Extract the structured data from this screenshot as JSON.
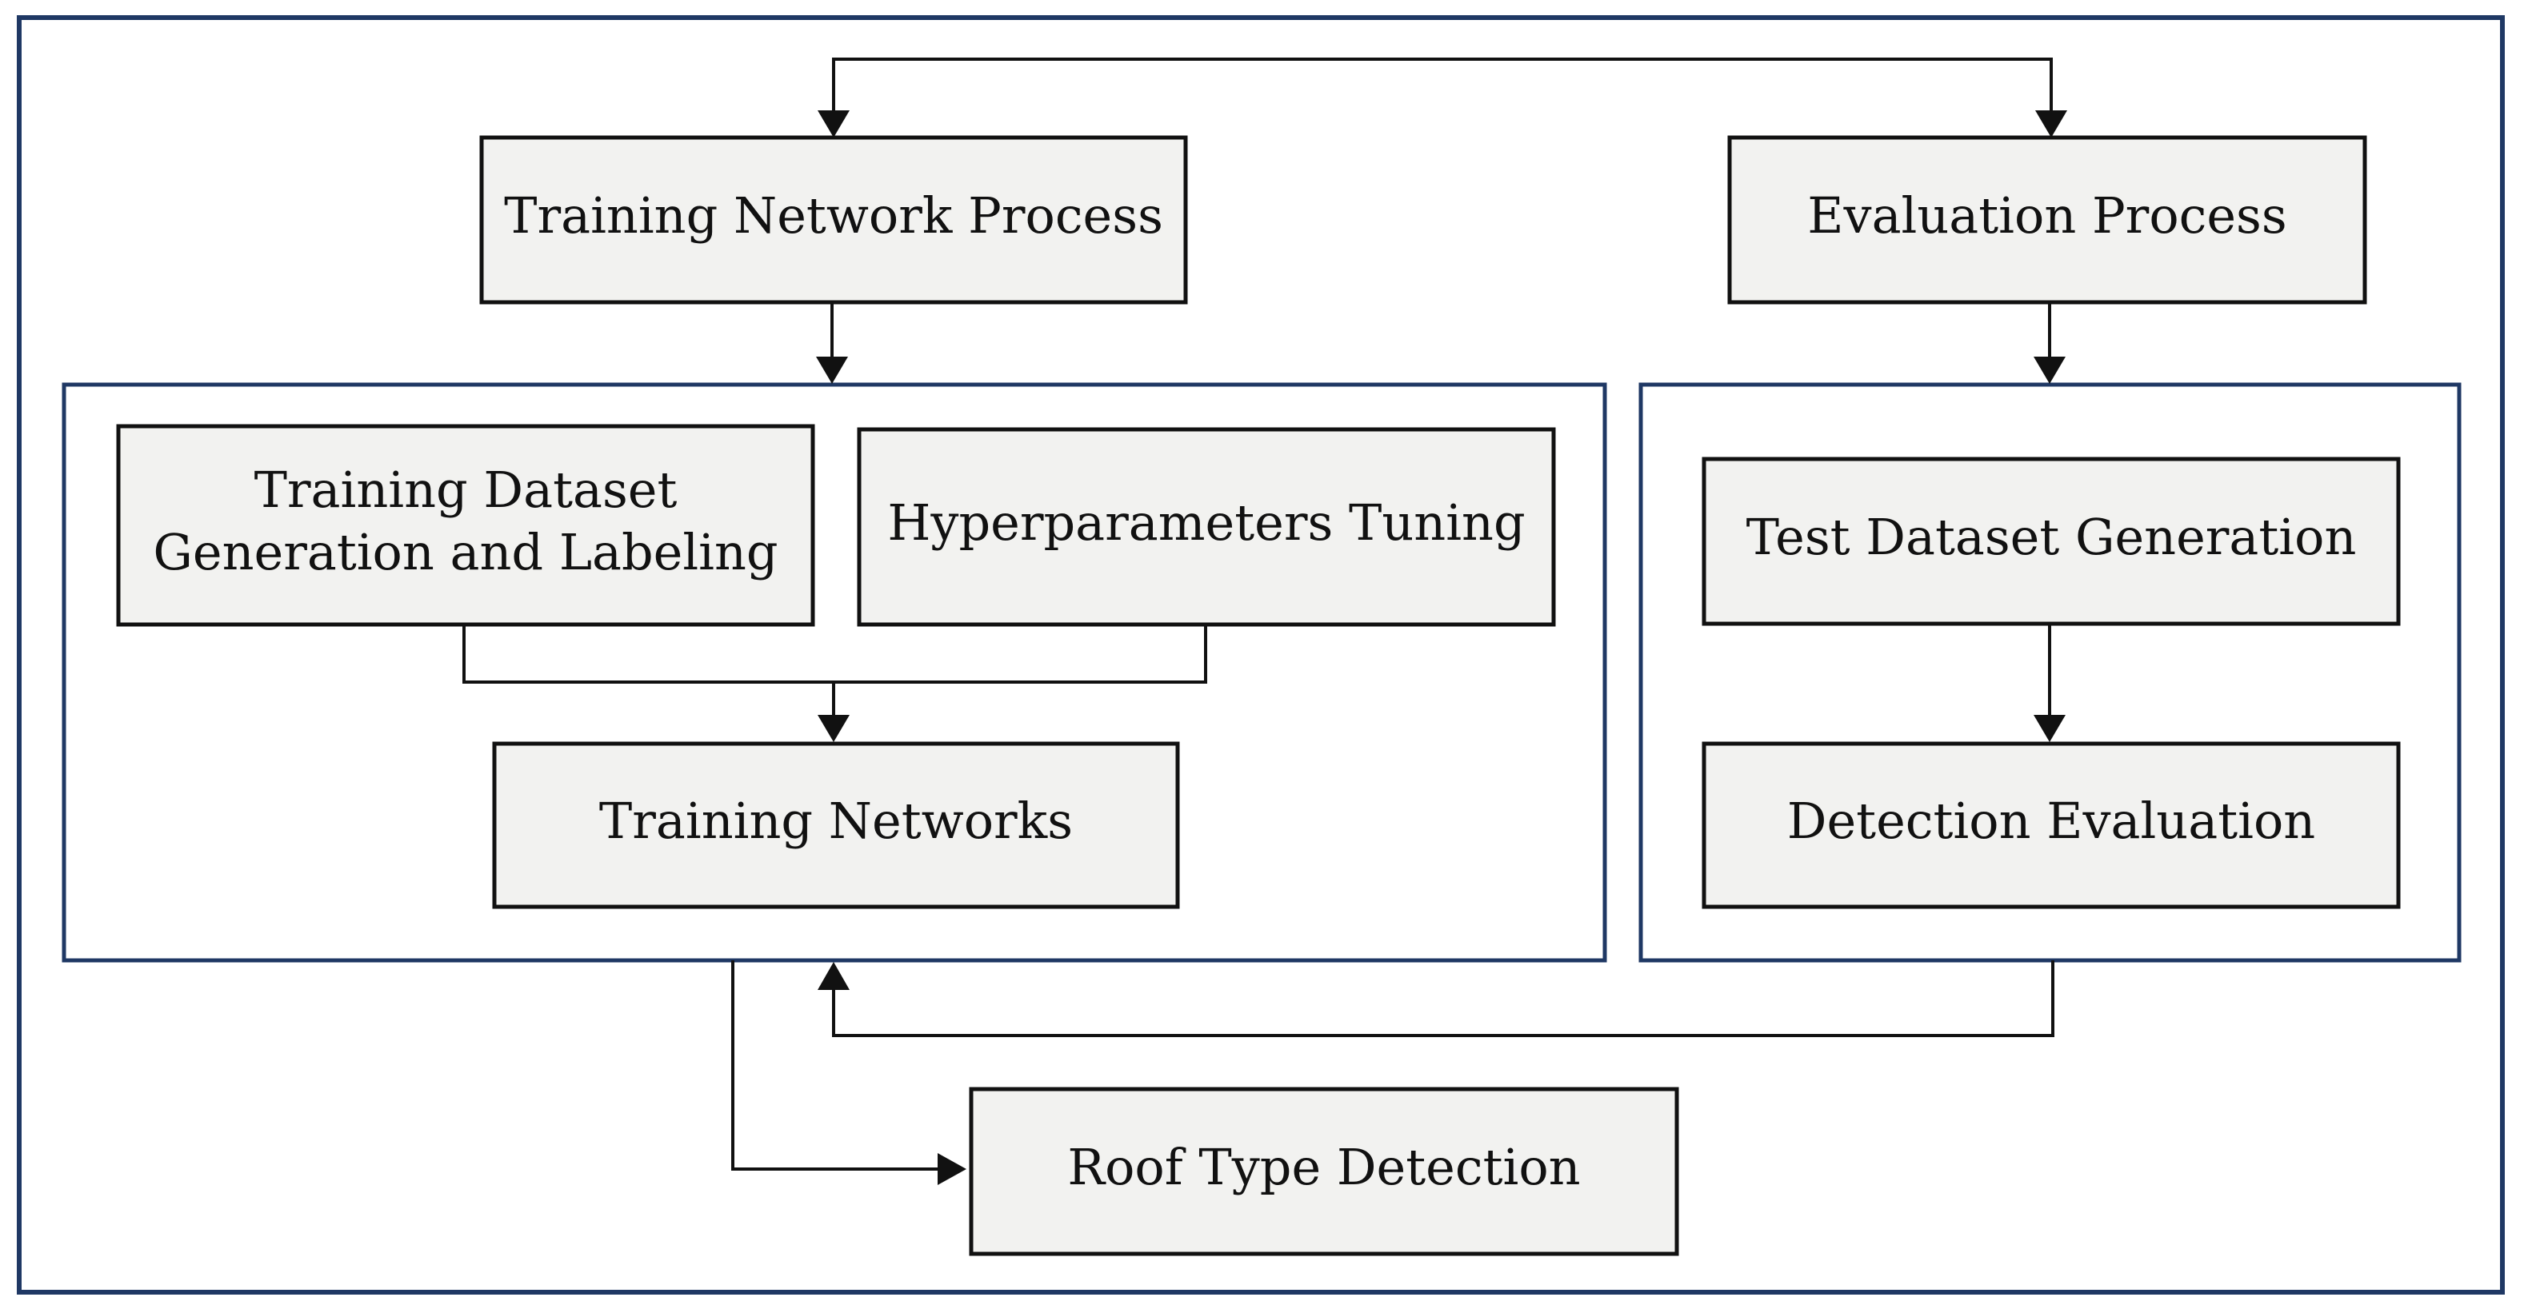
{
  "diagram": {
    "nodes": {
      "training_network_process": "Training Network Process",
      "evaluation_process": "Evaluation Process",
      "training_dataset_line1": "Training Dataset",
      "training_dataset_line2": "Generation and Labeling",
      "hyperparameters_tuning": "Hyperparameters Tuning",
      "training_networks": "Training Networks",
      "test_dataset_generation": "Test Dataset Generation",
      "detection_evaluation": "Detection Evaluation",
      "roof_type_detection": "Roof Type Detection"
    },
    "colors": {
      "box_fill": "#f2f2f0",
      "box_stroke": "#111111",
      "frame_stroke": "#1f3864",
      "arrow": "#111111"
    }
  }
}
